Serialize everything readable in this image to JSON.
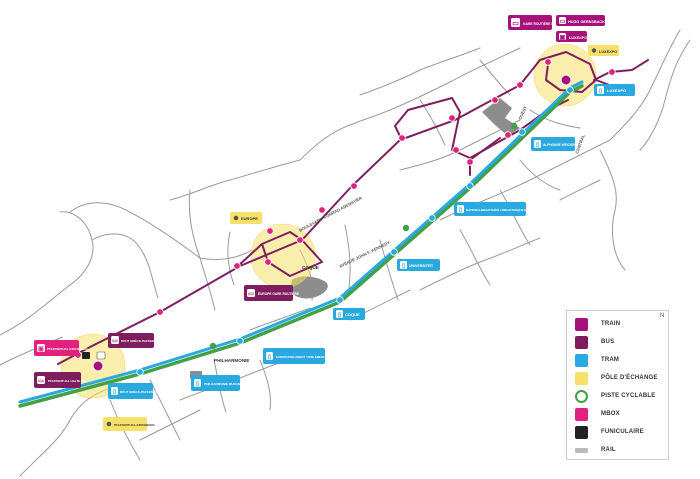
{
  "colors": {
    "train": "#a6117a",
    "bus": "#7e1e5f",
    "tram": "#2aa9e0",
    "pole": "#f6e06a",
    "cycle": "#43a047",
    "mbox": "#e0217e",
    "funiculaire": "#222222",
    "rail": "#bbbbbb",
    "road": "#9a9a9a",
    "building": "#8d8d8d"
  },
  "stop_labels": {
    "gare_routiere_luxexpo": "GARE ROUTIÈRE LUXEXPO",
    "hugo_gernsback": "HUGO GERNSBACK",
    "luxexpo_train": "LUXEXPO",
    "luxexpo_pole": "LUXEXPO",
    "luxexpo_tram": "LUXEXPO",
    "alphonse_weicker": "ALPHONSE WEICKER",
    "nationalbibliothek": "NATIONALBIBLIOTHÉIK / BIBLIOTHÈQUE NATIONALE",
    "universiteit": "UNIVERSITÉIT",
    "europe_pole": "EUROPE",
    "europe_gare": "EUROPE GARE ROUTIÈRE",
    "coque_tram": "COQUE",
    "coque_label": "COQUE",
    "europaparlament": "EUROPAPARLAMENT / PARLEMENT EUROPÉEN",
    "philharmonie": "PHILHARMONIE",
    "philharmonie_mudam": "PHILHARMONIE MUDAM",
    "pfaffenthal_kirchberg": "PFAFFENTHAL-KIRCHBERG",
    "pfaffenthal_halte_cfl": "PFAFFENTHAL HALTE CFL",
    "pont_rouge_bus": "ROUT BRÉCK-PAFFENDALL",
    "pont_rouge_tram": "ROUT BRÉCK-PAFFENDALL",
    "pfaffenthal_pole": "PFAFFENTHAL-KIRCHBERG"
  },
  "street_labels": {
    "boulevard_adenauer": "BOULEVARD KONRAD ADENAUER",
    "avenue_kennedy": "AVENUE JOHN F. KENNEDY",
    "ouest": "OUEST",
    "central": "CENTRAL"
  },
  "legend": {
    "items": [
      {
        "key": "train",
        "label": "TRAIN"
      },
      {
        "key": "bus",
        "label": "BUS"
      },
      {
        "key": "tram",
        "label": "TRAM"
      },
      {
        "key": "pole",
        "label": "PÔLE D'ÉCHANGE"
      },
      {
        "key": "cycle",
        "label": "PISTE CYCLABLE"
      },
      {
        "key": "mbox",
        "label": "MBOX"
      },
      {
        "key": "funiculaire",
        "label": "FUNICULAIRE"
      },
      {
        "key": "rail",
        "label": "RAIL"
      }
    ],
    "north": "N"
  }
}
